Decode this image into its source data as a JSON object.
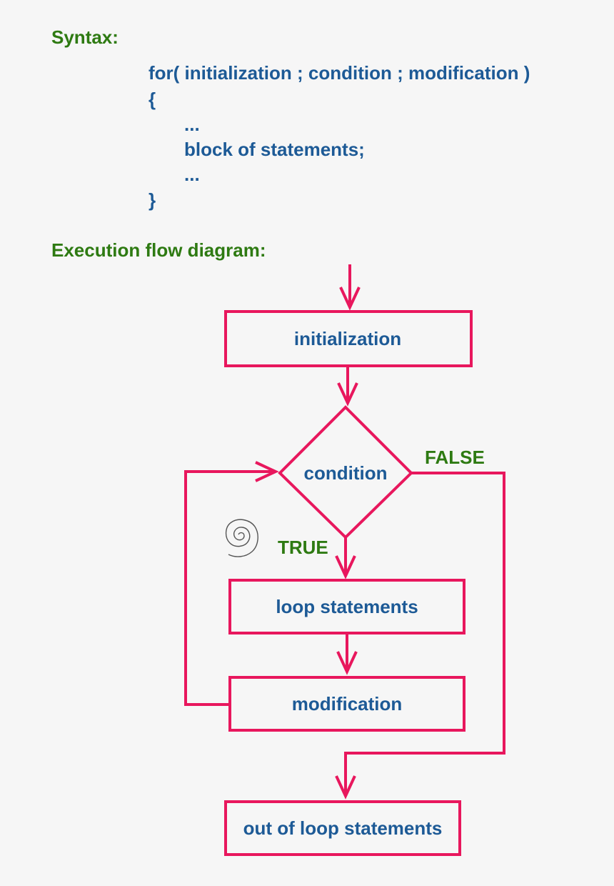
{
  "syntax": {
    "heading": "Syntax:",
    "code_lines": [
      "for( initialization ; condition ; modification )",
      "{",
      "...",
      "block of statements;",
      "...",
      "}"
    ]
  },
  "flow": {
    "heading": "Execution flow diagram:",
    "nodes": {
      "initialization": "initialization",
      "condition": "condition",
      "loop_statements": "loop statements",
      "modification": "modification",
      "out_of_loop": "out of loop statements"
    },
    "branches": {
      "true_label": "TRUE",
      "false_label": "FALSE"
    }
  },
  "colors": {
    "heading": "#2e7a12",
    "code_text": "#1d5a96",
    "flow_stroke": "#e8175d",
    "background": "#f6f6f6"
  },
  "icons": {
    "loop_symbol": "spiral-icon"
  }
}
